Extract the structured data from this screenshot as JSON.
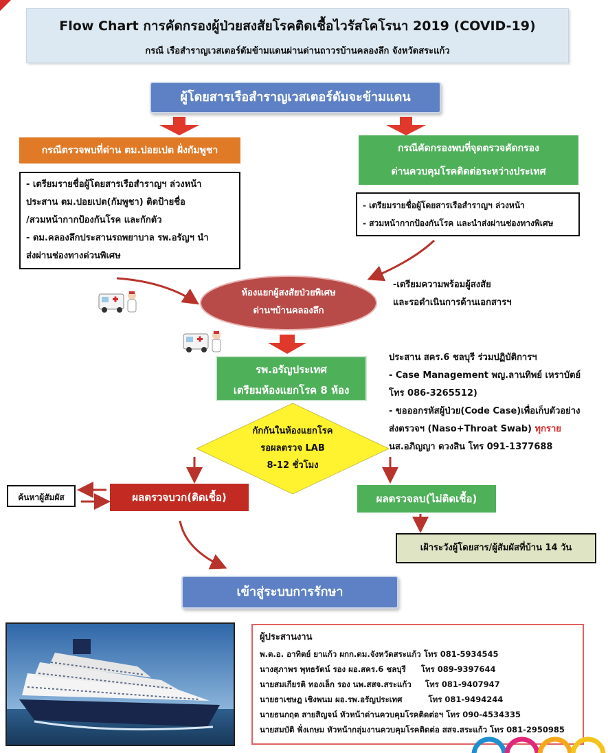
{
  "header": {
    "title": "Flow Chart การคัดกรองผู้ป่วยสงสัยโรคติดเชื้อไวรัสโคโรนา 2019 (COVID-19)",
    "subtitle": "กรณี เรือสำราญเวสเตอร์ดัมข้ามแดนผ่านด่านถาวรบ้านคลองลึก จังหวัดสระแก้ว"
  },
  "passengers": "ผู้โดยสารเรือสำราญเวสเตอร์ดัมจะข้ามแดน",
  "left_branch": {
    "heading": "กรณีตรวจพบที่ด่าน ตม.ปอยเปต ฝั่งกัมพูชา",
    "lines": [
      "- เตรียมรายชื่อผู้โดยสารเรือสำราญฯ ล่วงหน้า",
      "ประสาน ตม.ปอยเปต(กัมพูชา) ติดป้ายชื่อ",
      "/สวมหน้ากากป้องกันโรค และกักตัว",
      "- ตม.คลองลึกประสานรถพยาบาล รพ.อรัญฯ นำ",
      "ส่งผ่านช่องทางด่วนพิเศษ"
    ]
  },
  "right_branch": {
    "heading_line1": "กรณีคัดกรองพบที่จุดตรวจคัดกรอง",
    "heading_line2": "ด่านควบคุมโรคติดต่อระหว่างประเทศ",
    "lines": [
      "- เตรียมรายชื่อผู้โดยสารเรือสำราญฯ ล่วงหน้า",
      "- สวมหน้ากากป้องกันโรค และนำส่งผ่านช่องทางพิเศษ"
    ]
  },
  "isolation_room": {
    "line1": "ห้องแยกผู้สงสัยป่วยพิเศษ",
    "line2": "ด่านฯบ้านคลองลึก"
  },
  "isolation_note": {
    "line1": "-เตรียมความพร้อมผู้สงสัย",
    "line2": "และรอดำเนินการด้านเอกสารฯ"
  },
  "hospital": {
    "line1": "รพ.อรัญประเทศ",
    "line2": "เตรียมห้องแยกโรค 8 ห้อง"
  },
  "coordination_note": {
    "lines": [
      "ประสาน สคร.6 ชลบุรี ร่วมปฏิบัติการฯ",
      "- Case Management พญ.ลานทิพย์ เหราบัตย์",
      "โทร 086-3265512)",
      "- ขอออกรหัสผู้ป่วย(Code Case)เพื่อเก็บตัวอย่าง"
    ],
    "last_prefix": "ส่งตรวจฯ (Naso+Throat Swab) ",
    "last_highlight": "ทุกราย",
    "final_line": "นส.อภิญญา ดวงสิน โทร 091-1377688"
  },
  "decision": {
    "line1": "กักกันในห้องแยกโรค",
    "line2": "รอผลตรวจ LAB",
    "line3": "8-12 ชั่วโมง"
  },
  "positive": "ผลตรวจบวก(ติดเชื้อ)",
  "contact_tracing": "ค้นหาผู้สัมผัส",
  "negative": "ผลตรวจลบ(ไม่ติดเชื้อ)",
  "surveillance": "เฝ้าระวังผู้โดยสาร/ผู้สัมผัสที่บ้าน 14 วัน",
  "treatment": "เข้าสู่ระบบการรักษา",
  "coordinators": {
    "heading": "ผู้ประสานงาน",
    "rows": [
      {
        "name": "พ.ต.อ. อาทิตย์ ยาแก้ว ผกก.ตม.จังหวัดสระแก้ว",
        "phone": "โทร 081-5934545"
      },
      {
        "name": "นางสุภาพร พุทธรัตน์ รอง ผอ.สคร.6 ชลบุรี",
        "phone": "โทร 089-9397644"
      },
      {
        "name": "นายสมเกียรติ ทองเล็ก รอง นพ.สสจ.สระแก้ว",
        "phone": "โทร 081-9407947"
      },
      {
        "name": "นายธาเชษฎ เชิงพนม  ผอ.รพ.อรัญประเทศ",
        "phone": "โทร 081-9494244"
      },
      {
        "name": "นายธนกฤต สายสิญจน์ หัวหน้าด่านควบคุมโรคติดต่อฯ",
        "phone": "โทร 090-4534335"
      },
      {
        "name": "นายสมบัติ ฟั่งเกษม หัวหน้ากลุ่มงานควบคุมโรคติดต่อ สสจ.สระแก้ว",
        "phone": "โทร 081-2950985"
      }
    ]
  },
  "colors": {
    "blue": "#5d81c4",
    "orange": "#e07a27",
    "green": "#4fb05a",
    "red": "#c22b22",
    "arrow": "#b8332b",
    "diamond": "#fff22e",
    "ellipse": "#b84a48"
  }
}
